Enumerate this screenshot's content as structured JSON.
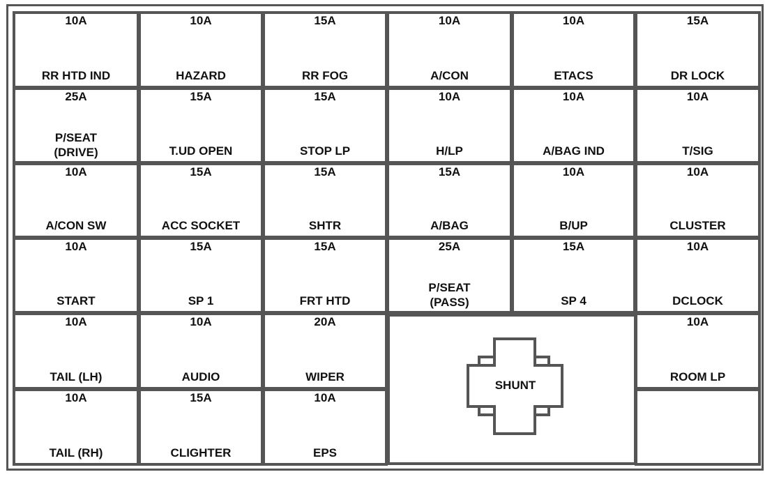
{
  "grid": {
    "rows": [
      [
        {
          "amp": "10A",
          "name": "RR HTD IND"
        },
        {
          "amp": "10A",
          "name": "HAZARD"
        },
        {
          "amp": "15A",
          "name": "RR FOG"
        },
        {
          "amp": "10A",
          "name": "A/CON"
        },
        {
          "amp": "10A",
          "name": "ETACS"
        },
        {
          "amp": "15A",
          "name": "DR LOCK"
        }
      ],
      [
        {
          "amp": "25A",
          "name": "P/SEAT\n(DRIVE)"
        },
        {
          "amp": "15A",
          "name": "T.UD OPEN"
        },
        {
          "amp": "15A",
          "name": "STOP LP"
        },
        {
          "amp": "10A",
          "name": "H/LP"
        },
        {
          "amp": "10A",
          "name": "A/BAG IND"
        },
        {
          "amp": "10A",
          "name": "T/SIG"
        }
      ],
      [
        {
          "amp": "10A",
          "name": "A/CON SW"
        },
        {
          "amp": "15A",
          "name": "ACC SOCKET"
        },
        {
          "amp": "15A",
          "name": "SHTR"
        },
        {
          "amp": "15A",
          "name": "A/BAG"
        },
        {
          "amp": "10A",
          "name": "B/UP"
        },
        {
          "amp": "10A",
          "name": "CLUSTER"
        }
      ],
      [
        {
          "amp": "10A",
          "name": "START"
        },
        {
          "amp": "15A",
          "name": "SP 1"
        },
        {
          "amp": "15A",
          "name": "FRT HTD"
        },
        {
          "amp": "25A",
          "name": "P/SEAT\n(PASS)"
        },
        {
          "amp": "15A",
          "name": "SP 4"
        },
        {
          "amp": "10A",
          "name": "DCLOCK"
        }
      ],
      [
        {
          "amp": "10A",
          "name": "TAIL (LH)"
        },
        {
          "amp": "10A",
          "name": "AUDIO"
        },
        {
          "amp": "20A",
          "name": "WIPER"
        },
        null,
        null,
        {
          "amp": "10A",
          "name": "ROOM LP"
        }
      ],
      [
        {
          "amp": "10A",
          "name": "TAIL (RH)"
        },
        {
          "amp": "15A",
          "name": "CLIGHTER"
        },
        {
          "amp": "10A",
          "name": "EPS"
        },
        null,
        null,
        {
          "amp": "",
          "name": ""
        }
      ]
    ]
  },
  "shunt": {
    "label": "SHUNT"
  },
  "colors": {
    "border": "#555555",
    "text": "#111111",
    "background": "#ffffff"
  }
}
